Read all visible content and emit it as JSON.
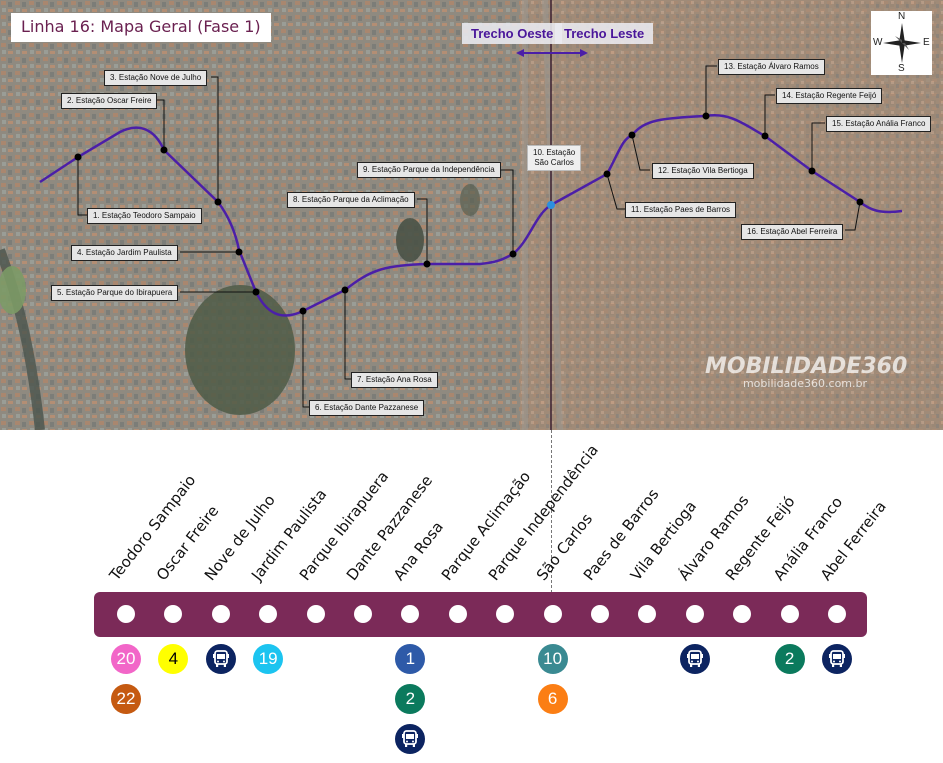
{
  "map": {
    "title": "Linha 16: Mapa Geral (Fase 1)",
    "trecho_oeste": "Trecho Oeste",
    "trecho_leste": "Trecho Leste",
    "compass": {
      "n": "N",
      "s": "S",
      "e": "E",
      "w": "W"
    },
    "line_color": "#4b1fa8",
    "station_labels": [
      "1. Estação Teodoro Sampaio",
      "2. Estação Oscar Freire",
      "3. Estação Nove de Julho",
      "4. Estação Jardim Paulista",
      "5. Estação Parque do Ibirapuera",
      "6. Estação Dante Pazzanese",
      "7. Estação Ana Rosa",
      "8. Estação Parque da Aclimação",
      "9. Estação Parque da Independência",
      "10. Estação",
      "São Carlos",
      "11. Estação Paes de Barros",
      "12. Estação Vila Bertioga",
      "13. Estação Álvaro Ramos",
      "14. Estação Regente Feijó",
      "15. Estação Anália Franco",
      "16. Estação Abel Ferreira"
    ],
    "watermark": {
      "brand": "MOBILIDADE360",
      "url": "mobilidade360.com.br"
    }
  },
  "diagram": {
    "bar_color": "#7b2a58",
    "stations": [
      {
        "name": "Teodoro Sampaio",
        "connections": [
          {
            "type": "line",
            "label": "20",
            "color": "#f266c8"
          },
          {
            "type": "line",
            "label": "22",
            "color": "#c55a11"
          }
        ]
      },
      {
        "name": "Oscar Freire",
        "connections": [
          {
            "type": "line",
            "label": "4",
            "color": "#ffff00",
            "text_color": "#000000"
          }
        ]
      },
      {
        "name": "Nove de Julho",
        "connections": [
          {
            "type": "bus",
            "label": "bus-icon",
            "color": "#0c2461"
          }
        ]
      },
      {
        "name": "Jardim Paulista",
        "connections": [
          {
            "type": "line",
            "label": "19",
            "color": "#1cc4f0"
          }
        ]
      },
      {
        "name": "Parque Ibirapuera",
        "connections": []
      },
      {
        "name": "Dante Pazzanese",
        "connections": []
      },
      {
        "name": "Ana Rosa",
        "connections": [
          {
            "type": "line",
            "label": "1",
            "color": "#2e5aa8"
          },
          {
            "type": "line",
            "label": "2",
            "color": "#0b7a5d"
          },
          {
            "type": "bus",
            "label": "bus-icon",
            "color": "#0c2461"
          }
        ]
      },
      {
        "name": "Parque Aclimação",
        "connections": []
      },
      {
        "name": "Parque Independência",
        "connections": []
      },
      {
        "name": "São Carlos",
        "connections": [
          {
            "type": "line",
            "label": "10",
            "color": "#3a8a92"
          },
          {
            "type": "line",
            "label": "6",
            "color": "#fb7e14"
          }
        ]
      },
      {
        "name": "Paes de Barros",
        "connections": []
      },
      {
        "name": "Vila Bertioga",
        "connections": []
      },
      {
        "name": "Álvaro  Ramos",
        "connections": [
          {
            "type": "bus",
            "label": "bus-icon",
            "color": "#0c2461"
          }
        ]
      },
      {
        "name": "Regente Feijó",
        "connections": []
      },
      {
        "name": "Anália Franco",
        "connections": [
          {
            "type": "line",
            "label": "2",
            "color": "#0b7a5d"
          }
        ]
      },
      {
        "name": "Abel Ferreira",
        "connections": [
          {
            "type": "bus",
            "label": "bus-icon",
            "color": "#0c2461"
          }
        ]
      }
    ]
  }
}
